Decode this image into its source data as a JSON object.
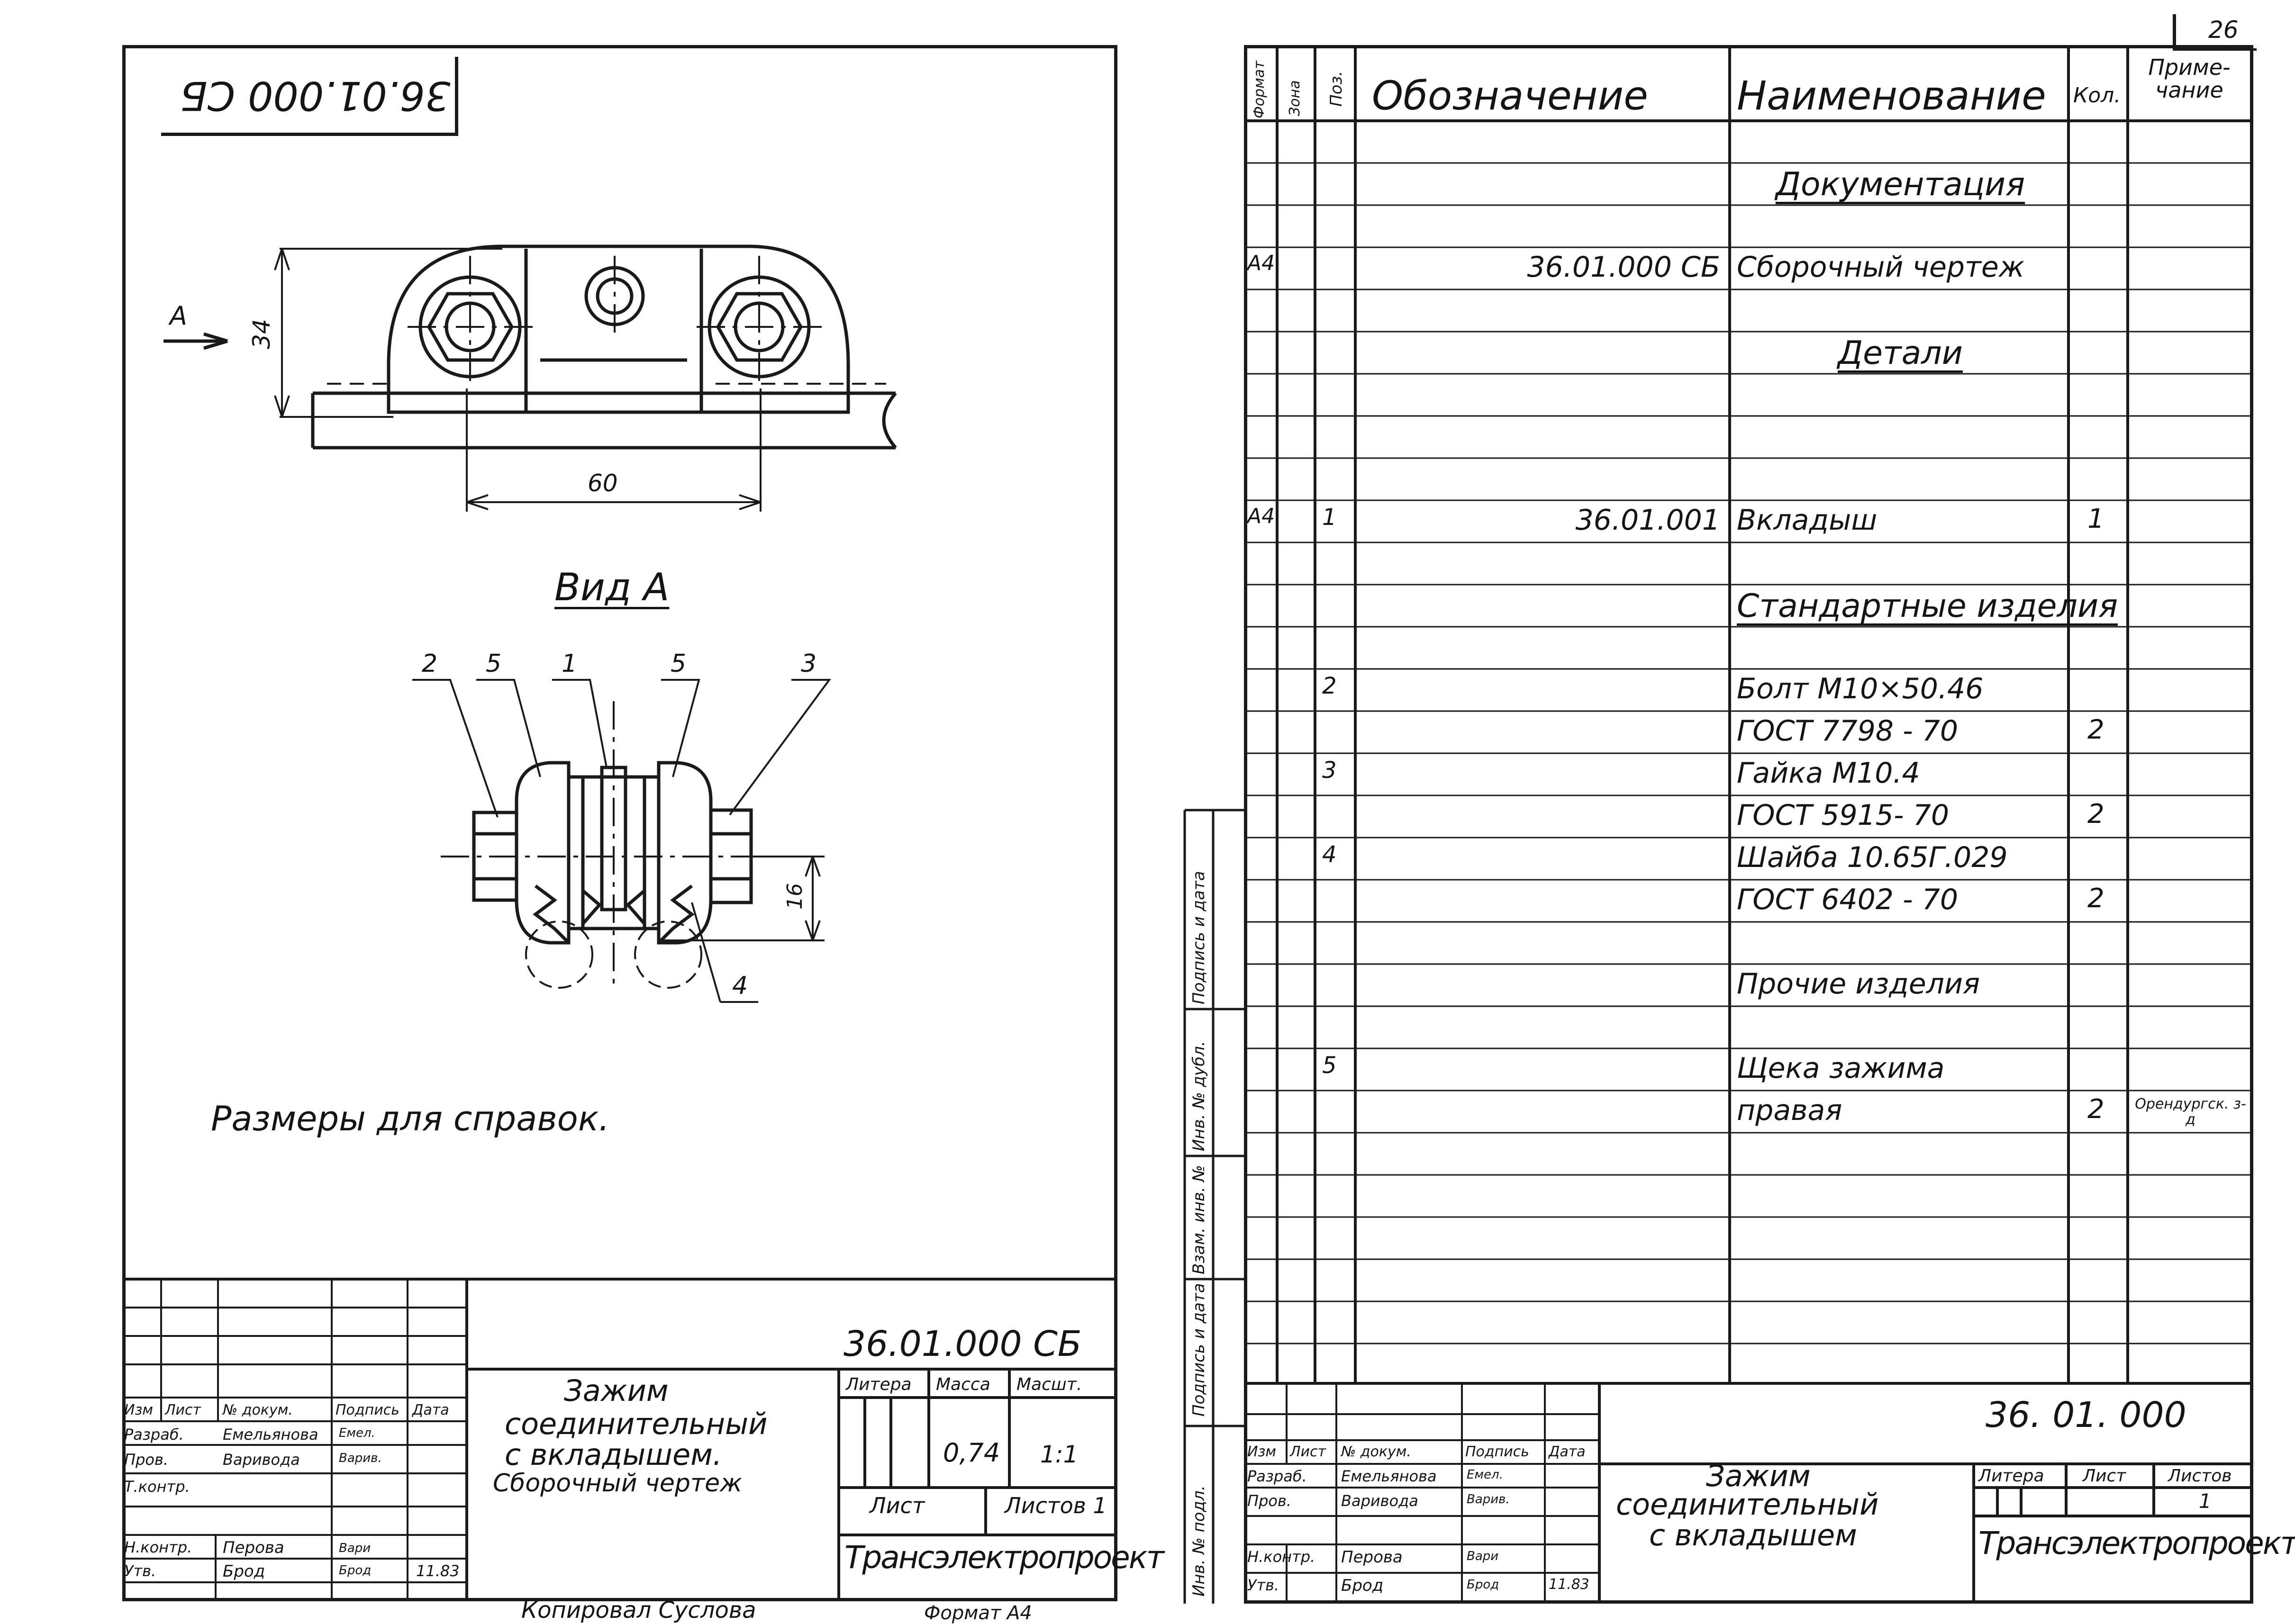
{
  "sheet_number_right": "26",
  "left_sheet": {
    "stamp_mirrored": "36.01.000 СБ",
    "view_arrow_label": "А",
    "dim_height": "34",
    "dim_width": "60",
    "view_title": "Вид А",
    "callouts": [
      "2",
      "5",
      "1",
      "5",
      "3",
      "4"
    ],
    "dim_side": "16",
    "note": "Размеры для справок.",
    "title_block": {
      "code": "36.01.000 СБ",
      "name_line1": "Зажим",
      "name_line2": "соединительный",
      "name_line3": "с вкладышем.",
      "name_line4": "Сборочный чертеж",
      "hdr_litera": "Литера",
      "hdr_massa": "Масса",
      "hdr_masshtab": "Масшт.",
      "massa": "0,74",
      "masshtab": "1:1",
      "list_label": "Лист",
      "listov_label": "Листов 1",
      "org": "Трансэлектропроект",
      "cols": [
        "Изм",
        "Лист",
        "№ докум.",
        "Подпись",
        "Дата"
      ],
      "rows": [
        {
          "role": "Разраб.",
          "name": "Емельянова",
          "sign": "Емел."
        },
        {
          "role": "Пров.",
          "name": "Варивода",
          "sign": "Варив."
        },
        {
          "role": "Т.контр.",
          "name": "",
          "sign": ""
        },
        {
          "role": "Н.контр.",
          "name": "Перова",
          "sign": "Вари"
        },
        {
          "role": "Утв.",
          "name": "Брод",
          "sign": "Брод",
          "date": "11.83"
        }
      ]
    },
    "footer_copied": "Копировал  Суслова",
    "footer_format": "Формат А4"
  },
  "right_sheet": {
    "headers": {
      "format": "Формат",
      "zone": "Зона",
      "pos": "Поз.",
      "designation": "Обозначение",
      "name": "Наименование",
      "qty": "Кол.",
      "note": "Приме- чание"
    },
    "rows": [
      {
        "format": "",
        "pos": "",
        "designation": "",
        "name": "Документация",
        "qty": "",
        "note": "",
        "section": true
      },
      {
        "format": "А4",
        "pos": "",
        "designation": "36.01.000 СБ",
        "name": "Сборочный чертеж",
        "qty": "",
        "note": ""
      },
      {
        "format": "",
        "pos": "",
        "designation": "",
        "name": "Детали",
        "qty": "",
        "note": "",
        "section": true
      },
      {
        "format": "А4",
        "pos": "1",
        "designation": "36.01.001",
        "name": "Вкладыш",
        "qty": "1",
        "note": ""
      },
      {
        "format": "",
        "pos": "",
        "designation": "",
        "name": "Стандартные изделия",
        "qty": "",
        "note": "",
        "section": true
      },
      {
        "format": "",
        "pos": "2",
        "designation": "",
        "name": "Болт М10×50.46",
        "qty": "",
        "note": ""
      },
      {
        "format": "",
        "pos": "",
        "designation": "",
        "name": "ГОСТ 7798 - 70",
        "qty": "2",
        "note": ""
      },
      {
        "format": "",
        "pos": "3",
        "designation": "",
        "name": "Гайка  М10.4",
        "qty": "",
        "note": ""
      },
      {
        "format": "",
        "pos": "",
        "designation": "",
        "name": "ГОСТ 5915- 70",
        "qty": "2",
        "note": ""
      },
      {
        "format": "",
        "pos": "4",
        "designation": "",
        "name": "Шайба 10.65Г.029",
        "qty": "",
        "note": ""
      },
      {
        "format": "",
        "pos": "",
        "designation": "",
        "name": "ГОСТ 6402 - 70",
        "qty": "2",
        "note": ""
      },
      {
        "format": "",
        "pos": "",
        "designation": "",
        "name": "Прочие  изделия",
        "qty": "",
        "note": ""
      },
      {
        "format": "",
        "pos": "5",
        "designation": "",
        "name": "Щека зажима",
        "qty": "",
        "note": ""
      },
      {
        "format": "",
        "pos": "",
        "designation": "",
        "name": "правая",
        "qty": "2",
        "note": "Орендургск. з-д"
      }
    ],
    "side_labels": [
      "Инв. № подл.",
      "Подпись и дата",
      "Взам. инв. №",
      "Инв. № дубл.",
      "Подпись и дата"
    ],
    "title_block": {
      "code": "36. 01. 000",
      "name_line1": "Зажим",
      "name_line2": "соединительный",
      "name_line3": "с вкладышем",
      "hdr_litera": "Литера",
      "hdr_list": "Лист",
      "hdr_listov": "Листов",
      "listov": "1",
      "org": "Трансэлектропроект",
      "cols": [
        "Изм",
        "Лист",
        "№ докум.",
        "Подпись",
        "Дата"
      ],
      "rows": [
        {
          "role": "Разраб.",
          "name": "Емельянова",
          "sign": "Емел."
        },
        {
          "role": "Пров.",
          "name": "Варивода",
          "sign": "Варив."
        },
        {
          "role": "",
          "name": "",
          "sign": ""
        },
        {
          "role": "Н.контр.",
          "name": "Перова",
          "sign": "Вари"
        },
        {
          "role": "Утв.",
          "name": "Брод",
          "sign": "Брод",
          "date": "11.83"
        }
      ]
    }
  }
}
